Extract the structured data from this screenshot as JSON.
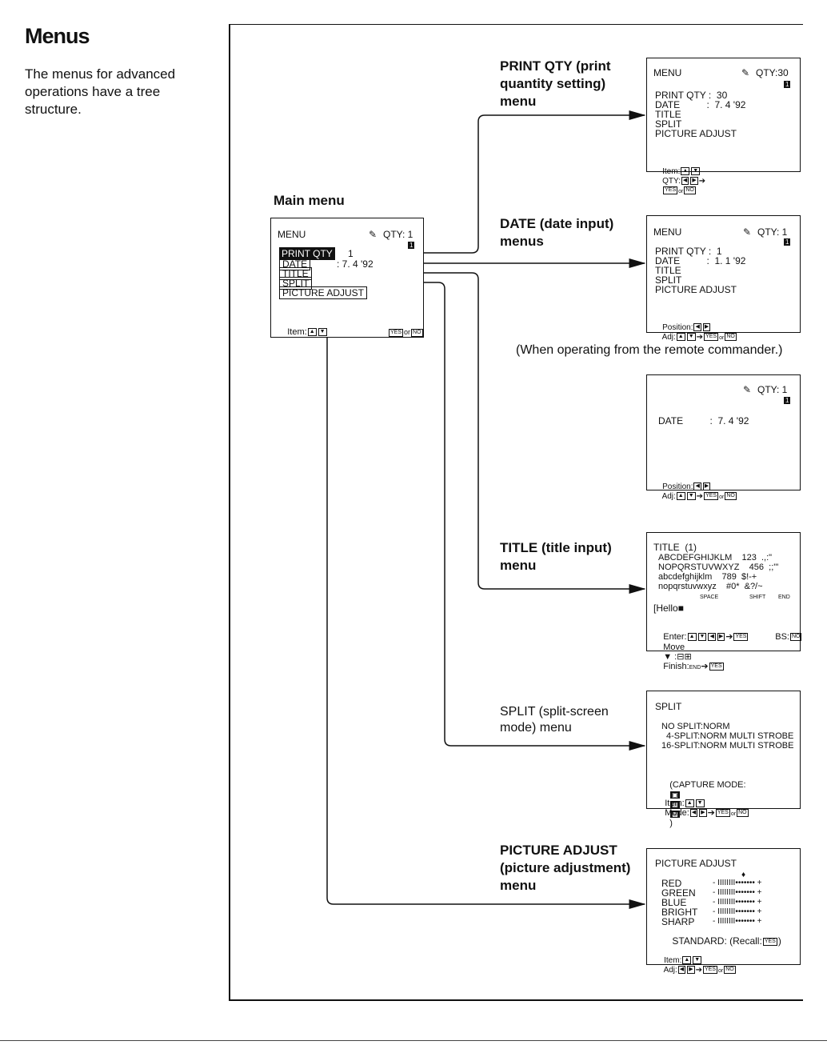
{
  "page": {
    "heading": "Menus",
    "intro": "The menus for advanced operations have a tree structure.",
    "remote_note": "(When operating from the remote commander.)"
  },
  "main_menu": {
    "caption": "Main menu",
    "title": "MENU",
    "qty": "QTY: 1",
    "qty_icon": "1",
    "items": [
      "PRINT QTY",
      "DATE",
      "TITLE",
      "SPLIT",
      "PICTURE ADJUST"
    ],
    "print_qty_value": "1",
    "date_value": ": 7. 4 '92",
    "footer_item": "Item:",
    "footer_yes": "YES",
    "footer_or": "or",
    "footer_no": "NO"
  },
  "print_qty_menu": {
    "caption": "PRINT QTY (print quantity setting) menu",
    "title": "MENU",
    "qty": "QTY:30",
    "qty_icon": "1",
    "lines": [
      "PRINT QTY :  30",
      "DATE          :  7. 4 '92",
      "TITLE",
      "SPLIT",
      "PICTURE ADJUST"
    ],
    "footer": "Item:",
    "footer_qty": "QTY:"
  },
  "date_menu": {
    "caption": "DATE (date input) menus",
    "title": "MENU",
    "qty": "QTY: 1",
    "qty_icon": "1",
    "lines": [
      "PRINT QTY :  1",
      "DATE          :  1. 1 '92",
      "TITLE",
      "SPLIT",
      "PICTURE ADJUST"
    ],
    "footer_position": "Position:",
    "footer_adj": "Adj:"
  },
  "date_remote": {
    "qty": "QTY: 1",
    "qty_icon": "1",
    "line": "DATE          :  7. 4 '92",
    "footer_position": "Position:",
    "footer_adj": "Adj:"
  },
  "title_menu": {
    "caption": "TITLE (title input) menu",
    "header": "TITLE  (1)",
    "rows": [
      "ABCDEFGHIJKLM    123  .,:\"",
      "NOPQRSTUVWXYZ    456  ;;'\"",
      "abcdefghijklm    789  $!-+",
      "nopqrstuvwxyz    #0*  &?/~"
    ],
    "space": "SPACE",
    "shift": "SHIFT",
    "end": "END",
    "input": "[Hello",
    "enter": "Enter:",
    "bs": "BS:",
    "move": "Move",
    "finish": "Finish:",
    "finish_end": "END"
  },
  "split_menu": {
    "caption": "SPLIT (split-screen mode) menu",
    "title": "SPLIT",
    "lines": [
      "NO SPLIT:NORM",
      "4-SPLIT:NORM MULTI STROBE",
      "16-SPLIT:NORM MULTI STROBE"
    ],
    "capture": "(CAPTURE MODE:",
    "capture_end": ")",
    "footer_item": "Item:",
    "footer_mode": "Mode:"
  },
  "picture_adjust_menu": {
    "caption": "PICTURE ADJUST (picture adjustment) menu",
    "title": "PICTURE ADJUST",
    "rows": [
      "RED",
      "GREEN",
      "BLUE",
      "BRIGHT",
      "SHARP"
    ],
    "bar": "- IIIIIIII••••••• +",
    "standard": "STANDARD: (Recall:",
    "standard_end": ")",
    "footer_item": "Item:",
    "footer_adj": "Adj:"
  },
  "keys": {
    "up": "▲",
    "down": "▼",
    "left": "◀",
    "right": "▶",
    "yes": "YES",
    "no": "NO",
    "or": "or",
    "arrow": "➔"
  }
}
